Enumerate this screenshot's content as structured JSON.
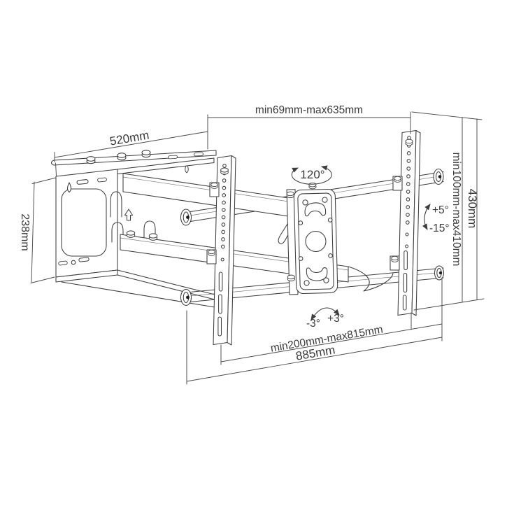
{
  "colors": {
    "background": "#ffffff",
    "line": "#3d3d3d",
    "dimension_line": "#4a4a4a",
    "text": "#3a3a3a",
    "cap_dot": "#1e1e1e"
  },
  "labels": {
    "plate_width": "520mm",
    "extension_range": "min69mm-max635mm",
    "plate_height": "238mm",
    "swivel_angle": "120°",
    "height_range": "min100mm-max410mm",
    "bracket_height": "430mm",
    "tilt_up": "+5°",
    "tilt_down": "-15°",
    "level_neg": "-3°",
    "level_pos": "+3°",
    "span_range": "min200mm-max815mm",
    "total_width": "885mm"
  }
}
